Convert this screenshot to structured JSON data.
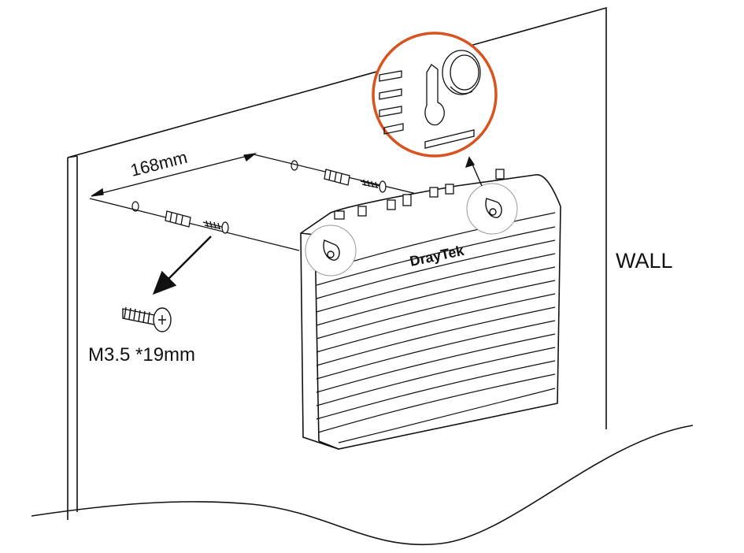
{
  "labels": {
    "distance": "168mm",
    "screw_spec": "M3.5 *19mm",
    "wall": "WALL",
    "brand": "DrayTek"
  },
  "colors": {
    "line": "#111111",
    "highlight_circle": "#d9531e",
    "background": "#ffffff"
  },
  "icons": {
    "detail": "keyhole-mount-icon",
    "screw": "screw-icon",
    "anchor": "wall-anchor-icon"
  }
}
